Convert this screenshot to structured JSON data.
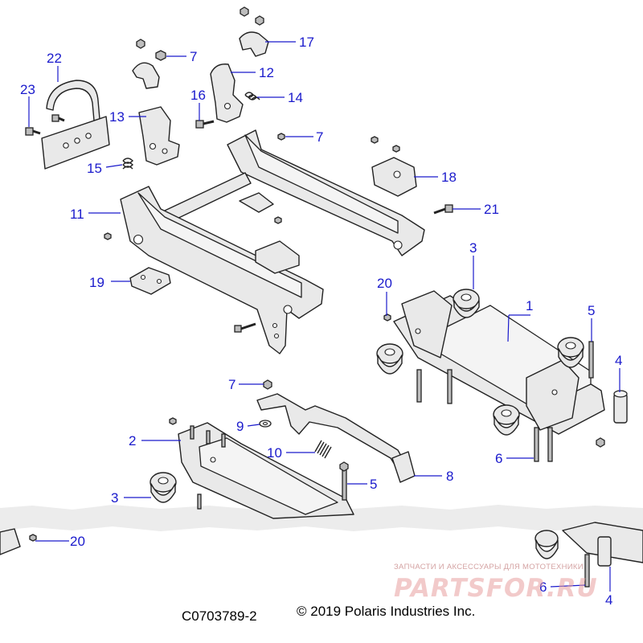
{
  "diagram": {
    "callouts": [
      {
        "id": "c-22",
        "label": "22"
      },
      {
        "id": "c-23",
        "label": "23"
      },
      {
        "id": "c-13",
        "label": "13"
      },
      {
        "id": "c-15",
        "label": "15"
      },
      {
        "id": "c-7a",
        "label": "7"
      },
      {
        "id": "c-12",
        "label": "12"
      },
      {
        "id": "c-16",
        "label": "16"
      },
      {
        "id": "c-14",
        "label": "14"
      },
      {
        "id": "c-17",
        "label": "17"
      },
      {
        "id": "c-7b",
        "label": "7"
      },
      {
        "id": "c-18",
        "label": "18"
      },
      {
        "id": "c-21",
        "label": "21"
      },
      {
        "id": "c-11",
        "label": "11"
      },
      {
        "id": "c-19",
        "label": "19"
      },
      {
        "id": "c-3a",
        "label": "3"
      },
      {
        "id": "c-20a",
        "label": "20"
      },
      {
        "id": "c-1",
        "label": "1"
      },
      {
        "id": "c-5a",
        "label": "5"
      },
      {
        "id": "c-4a",
        "label": "4"
      },
      {
        "id": "c-7c",
        "label": "7"
      },
      {
        "id": "c-9",
        "label": "9"
      },
      {
        "id": "c-2",
        "label": "2"
      },
      {
        "id": "c-10",
        "label": "10"
      },
      {
        "id": "c-6a",
        "label": "6"
      },
      {
        "id": "c-5b",
        "label": "5"
      },
      {
        "id": "c-8",
        "label": "8"
      },
      {
        "id": "c-3b",
        "label": "3"
      },
      {
        "id": "c-20b",
        "label": "20"
      },
      {
        "id": "c-6b",
        "label": "6"
      },
      {
        "id": "c-4b",
        "label": "4"
      }
    ]
  },
  "footer": {
    "drawing_number": "C0703789-2",
    "copyright": "© 2019 Polaris Industries Inc."
  },
  "watermark": {
    "caption": "ЗАПЧАСТИ И АКСЕССУАРЫ ДЛЯ МОТОТЕХНИКИ",
    "logo": "PARTSFOR.RU"
  },
  "colors": {
    "callout": "#1a1acc",
    "line": "#222222",
    "part_fill": "#e9e9e9",
    "watermark": "#e8a0a0"
  }
}
